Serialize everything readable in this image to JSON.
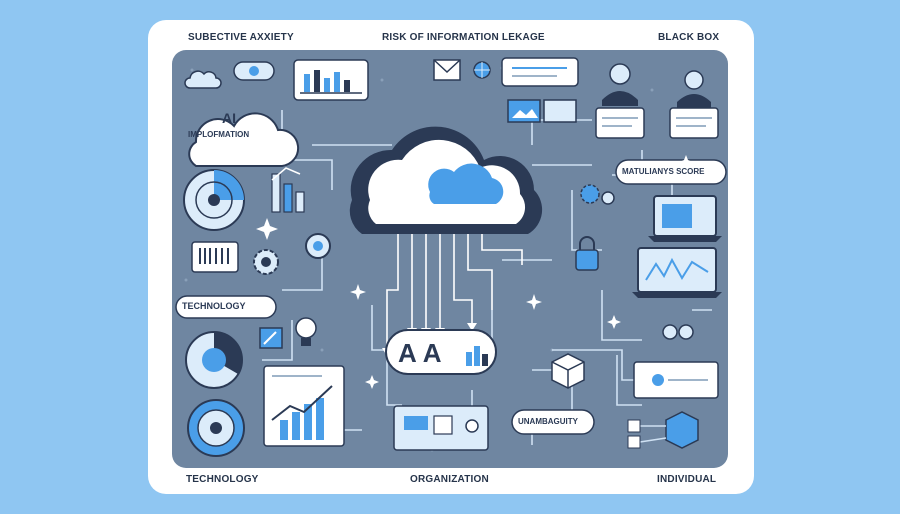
{
  "labels": {
    "subjective_anxiety": "SUBECTIVE AXXIETY",
    "risk": "RISK OF INFORMATION LEKAGE",
    "black_box": "BLACK BOX",
    "ai": "AI",
    "ai_sub": "IMPLOFMATION",
    "score": "MATULIANYS SCORE",
    "technology_mid": "TECHNOLOGY",
    "technology_bottom": "TECHNOLOGY",
    "organization": "ORGANIZATION",
    "individual": "INDIVIDUAL",
    "unambiguity": "UNAMBAGUITY",
    "aa": "AA"
  },
  "colors": {
    "background": "#8fc6f2",
    "panel": "#6f86a1",
    "navy": "#2b3a55",
    "accent": "#4a9ee8",
    "light": "#dcecfa",
    "white": "#ffffff"
  }
}
